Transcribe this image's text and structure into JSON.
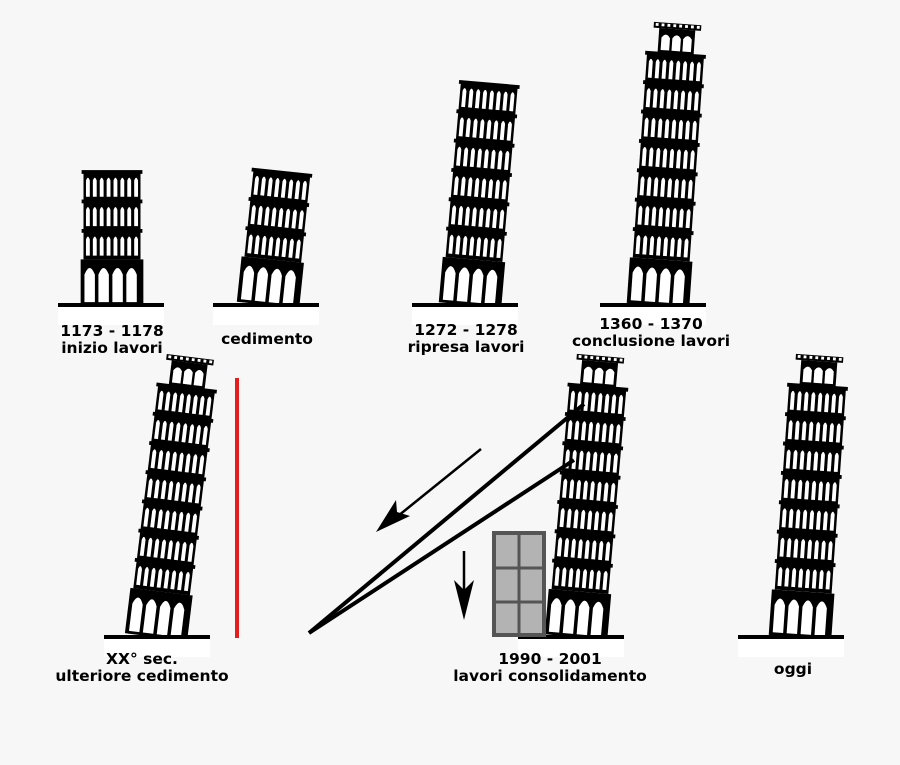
{
  "colors": {
    "background": "#f7f7f7",
    "ink": "#000000",
    "plinth": "#ffffff",
    "plumb_line": "#e41e1e",
    "counterweight_fill": "#b3b3b3",
    "counterweight_stroke": "#555555"
  },
  "stages": [
    {
      "line1": "1173 - 1178",
      "line2": "inizio lavori"
    },
    {
      "line1": "cedimento",
      "line2": ""
    },
    {
      "line1": "1272 - 1278",
      "line2": "ripresa lavori"
    },
    {
      "line1": "1360 - 1370",
      "line2": "conclusione lavori"
    },
    {
      "line1": "XX° sec.",
      "line2": "ulteriore cedimento"
    },
    {
      "line1": "1990 - 2001",
      "line2": "lavori consolidamento"
    },
    {
      "line1": "oggi",
      "line2": ""
    }
  ]
}
